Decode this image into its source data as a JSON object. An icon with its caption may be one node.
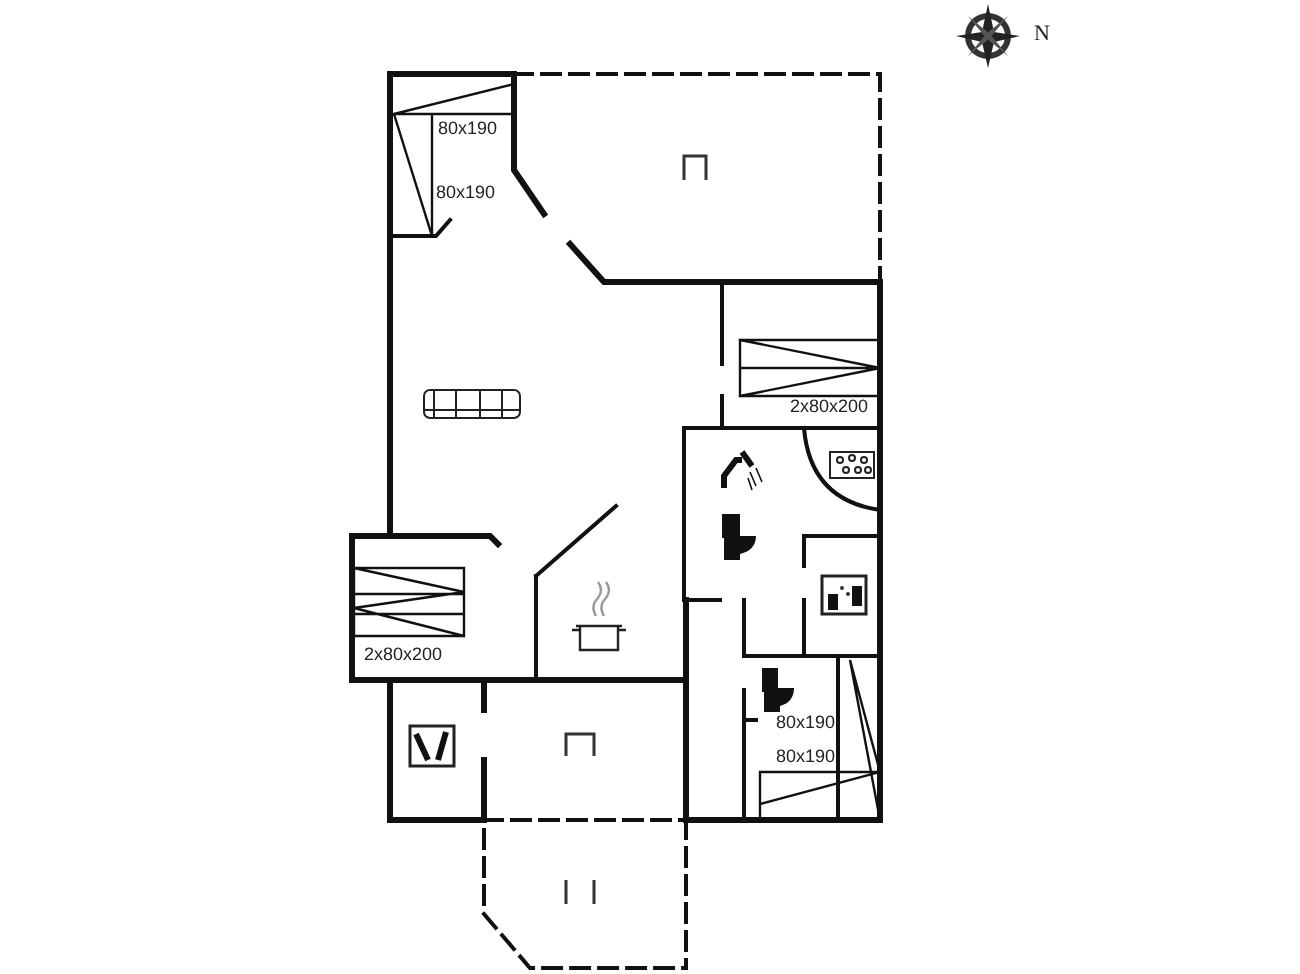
{
  "diagram": {
    "labels": [
      "N",
      "80x190",
      "80x190",
      "2x80x200",
      "2x80x200",
      "80x190",
      "80x190"
    ]
  }
}
